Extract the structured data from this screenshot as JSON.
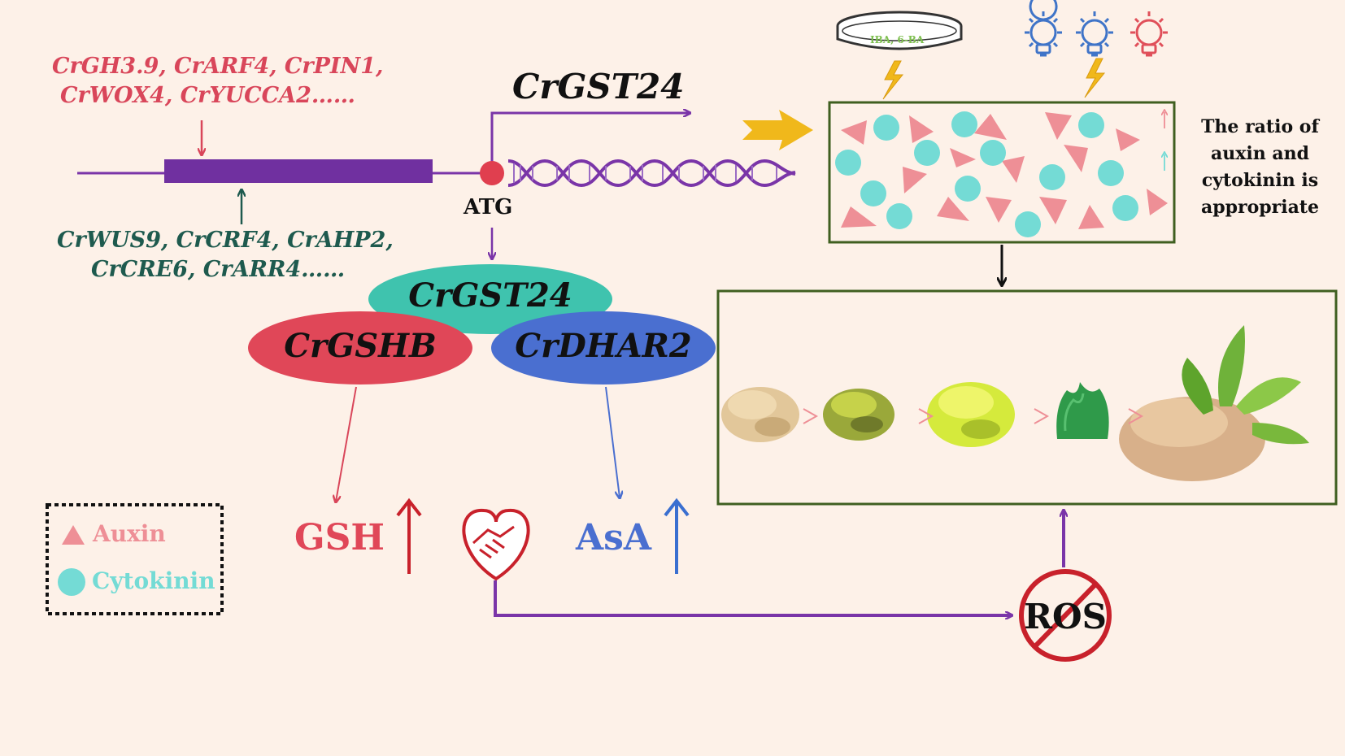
{
  "upstream": {
    "red_line1": "CrGH3.9, CrARF4, CrPIN1,",
    "red_line2": "CrWOX4, CrYUCCA2……",
    "green_line1": "CrWUS9, CrCRF4, CrAHP2,",
    "green_line2": "CrCRE6, CrARR4……"
  },
  "gene": {
    "name": "CrGST24",
    "start_codon": "ATG"
  },
  "proteins": {
    "center": "CrGST24",
    "left": "CrGSHB",
    "right": "CrDHAR2"
  },
  "metabolites": {
    "gsh": "GSH",
    "asa": "AsA"
  },
  "ros": "ROS",
  "dish_label": "IBA, 6-BA",
  "ratio_text": [
    "The ratio of",
    "auxin and",
    "cytokinin is",
    "appropriate"
  ],
  "legend": {
    "auxin": "Auxin",
    "cytokinin": "Cytokinin"
  },
  "colors": {
    "background": "#fdf1e8",
    "purple": "#7a35a8",
    "auxin": "#ee8f96",
    "cytokinin": "#74dbd5",
    "gshb": "#e04758",
    "dhar2": "#4a6fd0",
    "gst24": "#3fc3ae",
    "box_border": "#3f5f20",
    "arrow_gold": "#f0b81b",
    "ros_red": "#c8212b"
  },
  "icons": [
    "petri-dish-icon",
    "blue-bulb-icon",
    "blue-bulb-icon",
    "red-bulb-icon",
    "lightning-icon",
    "handshake-heart-icon",
    "no-ros-icon"
  ]
}
